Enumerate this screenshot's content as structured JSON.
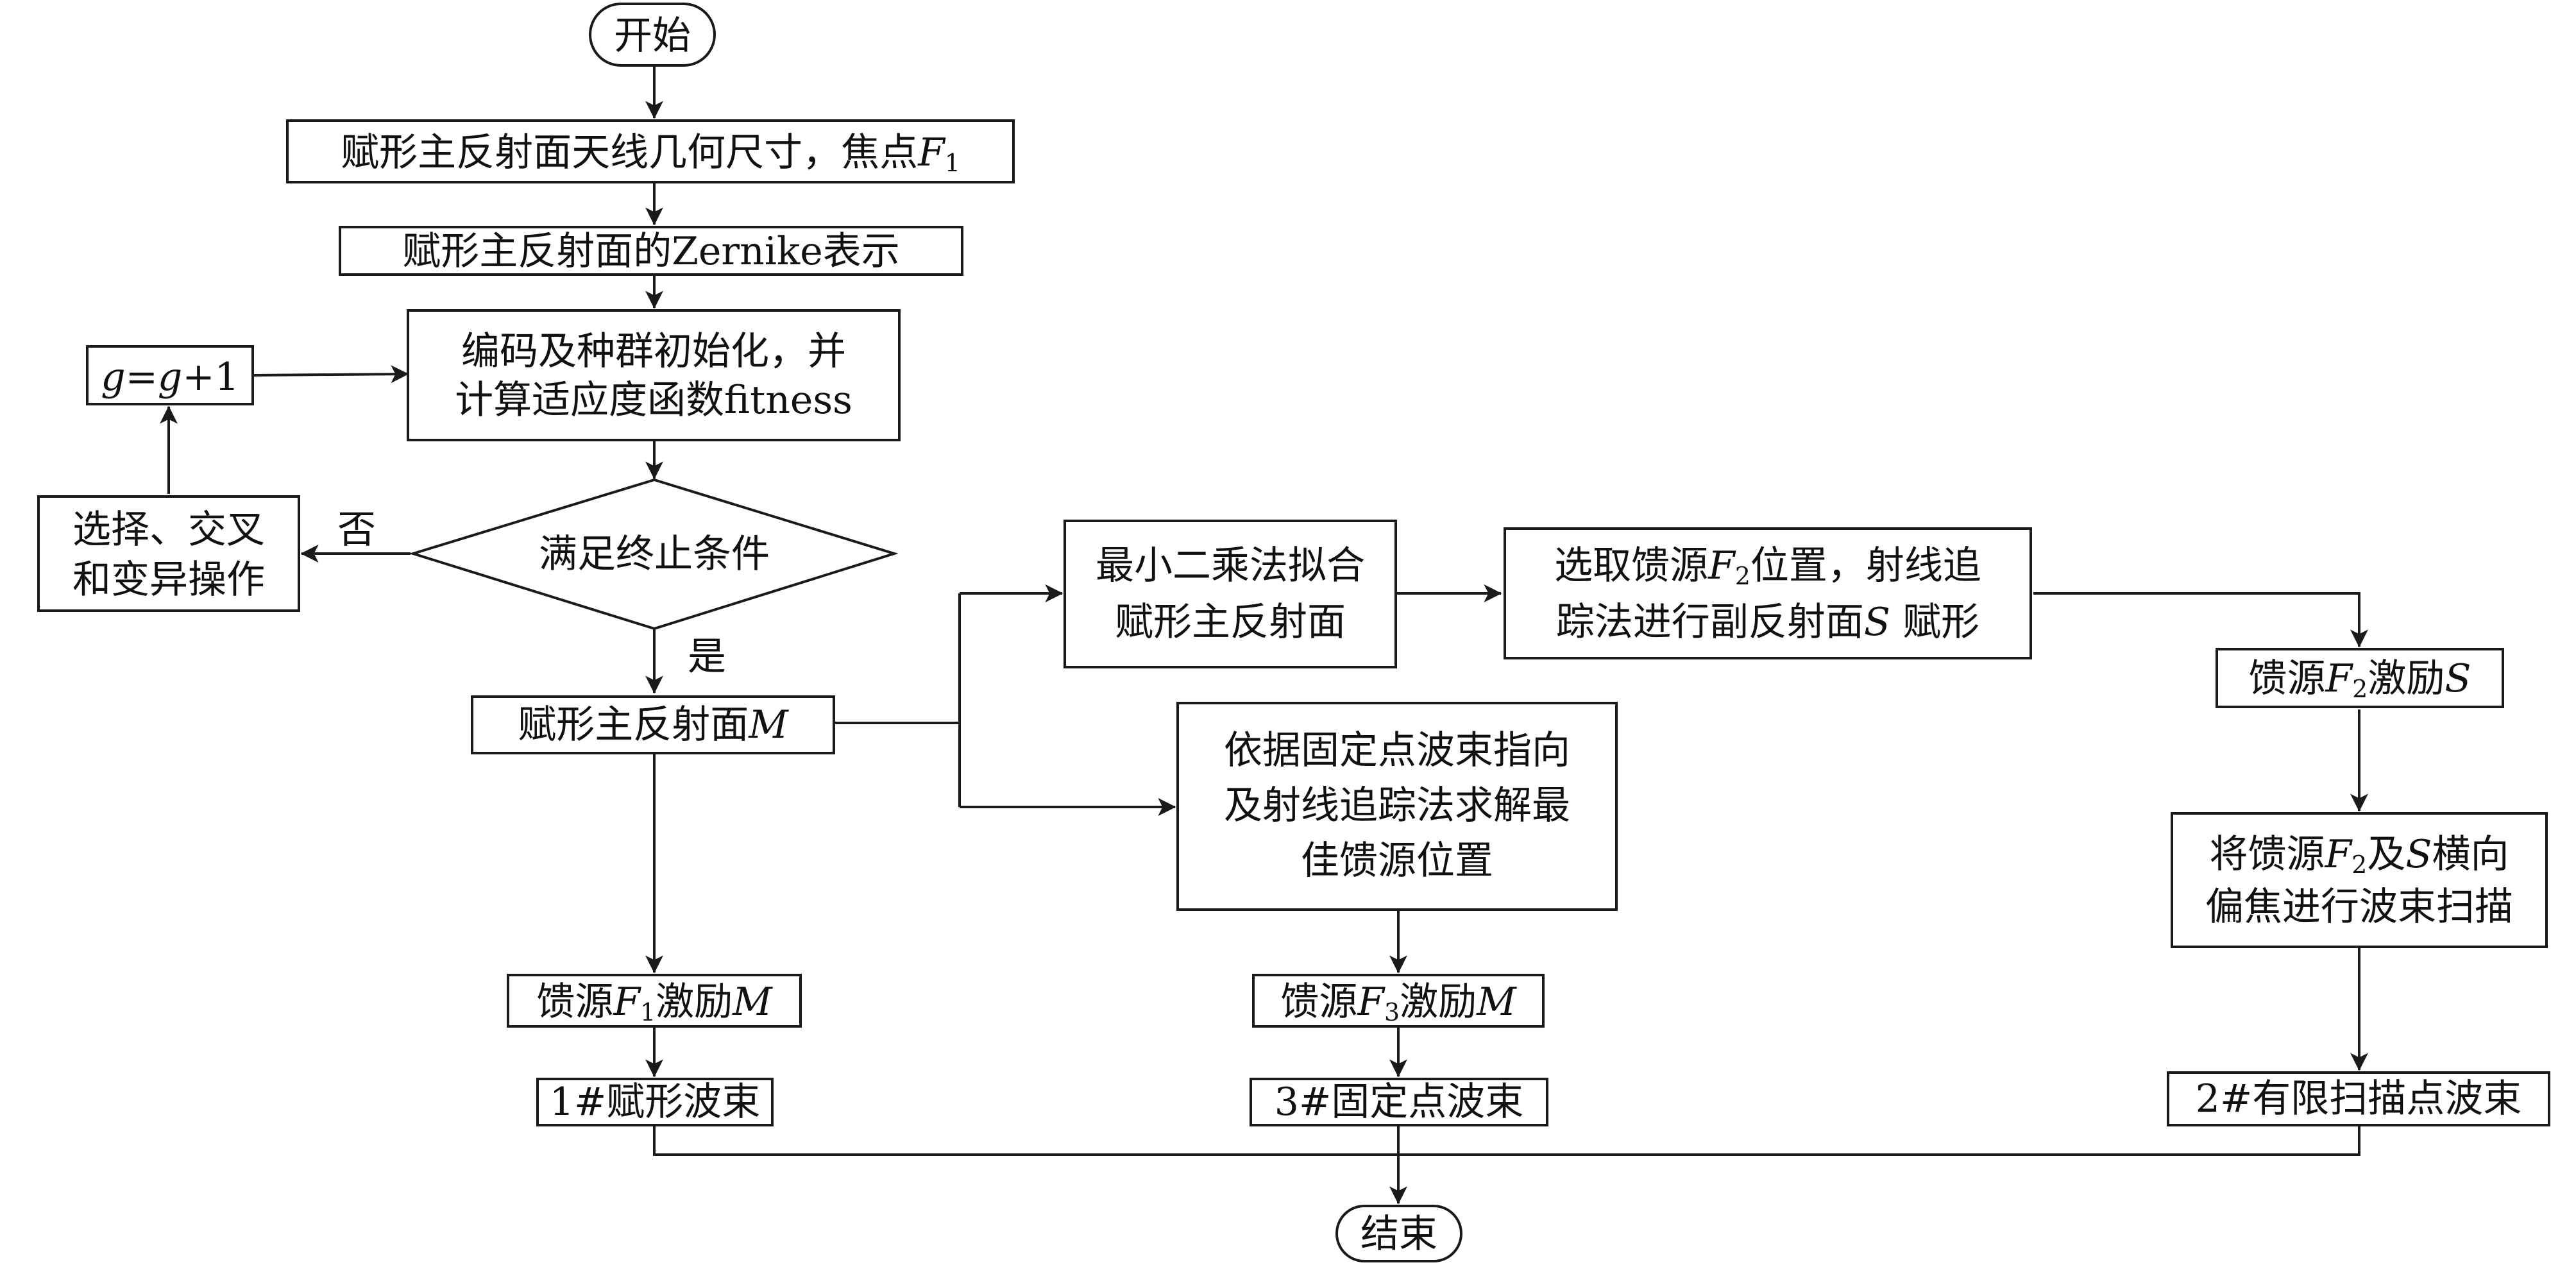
{
  "nodes": {
    "start": "开始",
    "geometry": {
      "pre": "赋形主反射面天线几何尺寸，焦点",
      "var": "F",
      "sub": "1"
    },
    "zernike": "赋形主反射面的Zernike表示",
    "encode": {
      "line1": "编码及种群初始化，并",
      "line2": "计算适应度函数fitness"
    },
    "increment": {
      "var1": "g",
      "eq": "=",
      "var2": "g",
      "plus": "+1"
    },
    "select": {
      "line1": "选择、交叉",
      "line2": "和变异操作"
    },
    "terminate": "满足终止条件",
    "no_label": "否",
    "yes_label": "是",
    "main_reflector": {
      "pre": "赋形主反射面",
      "var": "M"
    },
    "least_squares": {
      "line1": "最小二乘法拟合",
      "line2": "赋形主反射面"
    },
    "select_feed": {
      "pre": "选取馈源",
      "var": "F",
      "sub": "2",
      "post": "位置，射线追",
      "line2_pre": "踪法进行副反射面",
      "line2_var": "S",
      "line2_post": " 赋形"
    },
    "fixed_point": {
      "line1": "依据固定点波束指向",
      "line2": "及射线追踪法求解最",
      "line3": "佳馈源位置"
    },
    "feed_f2": {
      "pre": "馈源",
      "var": "F",
      "sub": "2",
      "mid": "激励",
      "var2": "S"
    },
    "offset_scan": {
      "pre": "将馈源",
      "var": "F",
      "sub": "2",
      "mid": "及",
      "var2": "S",
      "post": "横向",
      "line2": "偏焦进行波束扫描"
    },
    "feed_f1": {
      "pre": "馈源",
      "var": "F",
      "sub": "1",
      "mid": "激励",
      "var2": "M"
    },
    "feed_f3": {
      "pre": "馈源",
      "var": "F",
      "sub": "3",
      "mid": "激励",
      "var2": "M"
    },
    "beam1": "1#赋形波束",
    "beam3": "3#固定点波束",
    "beam2": "2#有限扫描点波束",
    "end": "结束"
  }
}
